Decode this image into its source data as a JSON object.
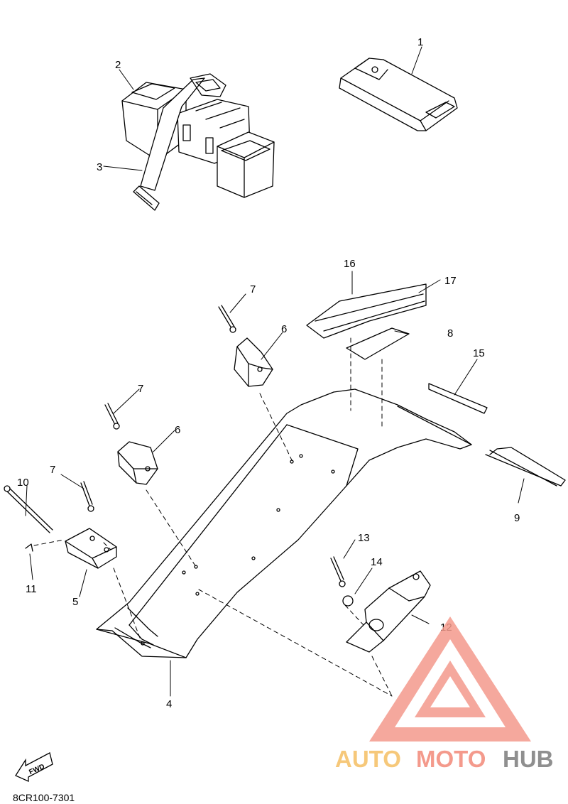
{
  "diagram": {
    "part_callouts": [
      {
        "label": "1"
      },
      {
        "label": "2"
      },
      {
        "label": "3"
      },
      {
        "label": "4"
      },
      {
        "label": "5"
      },
      {
        "label": "6"
      },
      {
        "label": "6"
      },
      {
        "label": "7"
      },
      {
        "label": "7"
      },
      {
        "label": "7"
      },
      {
        "label": "8"
      },
      {
        "label": "9"
      },
      {
        "label": "10"
      },
      {
        "label": "11"
      },
      {
        "label": "12"
      },
      {
        "label": "13"
      },
      {
        "label": "14"
      },
      {
        "label": "15"
      },
      {
        "label": "16"
      },
      {
        "label": "17"
      }
    ],
    "fwd_label": "FWD",
    "figure_code": "8CR100-7301"
  },
  "watermark": {
    "part_a": "AUTO",
    "part_b": "MOTO",
    "part_c": "HUB",
    "colors": {
      "auto": "#f6c87a",
      "moto": "#f49a8c",
      "hub": "#8f8f8f",
      "triangle": "#f38b83"
    }
  }
}
